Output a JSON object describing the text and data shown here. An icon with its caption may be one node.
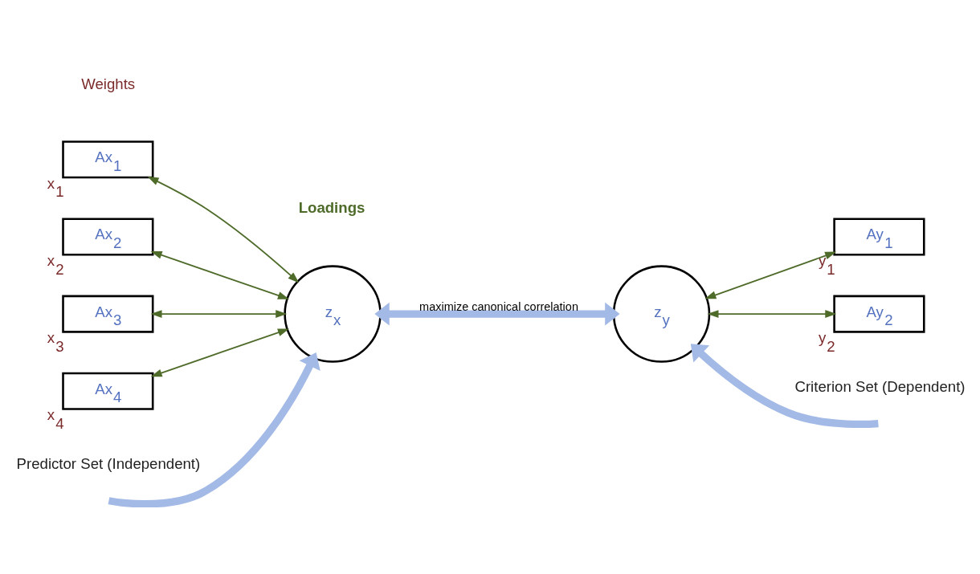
{
  "diagram": {
    "nodes": [
      {
        "text": [
          "Ax$_{1}$"
        ],
        "beside": [
          "x$_{1}$"
        ]
      },
      {
        "text": [
          "Ax$_{2}$"
        ],
        "beside": [
          "x$_{2}$"
        ]
      },
      {
        "text": [
          "Ax$_{3}$"
        ],
        "beside": [
          "x$_{3}$"
        ]
      },
      {
        "text": [
          "Ax$_{4}$"
        ],
        "beside": [
          "x$_{4}$"
        ]
      },
      {
        "text": [
          "z$_{x}$"
        ]
      },
      {
        "text": [
          "z$_{y}$"
        ]
      },
      {
        "text": [
          "Ay$_{1}$"
        ],
        "beside": [
          "y$_{1}$"
        ]
      },
      {
        "text": [
          "Ay$_{2}$"
        ],
        "beside": [
          "y$_{2}$"
        ]
      }
    ],
    "edges": [
      {
        "from": 0,
        "to": 4,
        "arrow": "both"
      },
      {
        "from": 1,
        "to": 4,
        "arrow": "both"
      },
      {
        "from": 2,
        "to": 4,
        "arrow": "both"
      },
      {
        "from": 3,
        "to": 4,
        "arrow": "both"
      },
      {
        "from": null,
        "to": 4,
        "arrow": "to",
        "style": "thick",
        "color": "#a3b9e6"
      },
      {
        "from": 4,
        "to": 5,
        "arrow": "both",
        "label": "maximize canonical correlation",
        "style": "thick",
        "color": "#a3b9e6"
      },
      {
        "from": null,
        "to": 5,
        "arrow": "to",
        "style": "thick",
        "color": "#a3b9e6"
      },
      {
        "from": 5,
        "to": 6,
        "arrow": "both"
      },
      {
        "from": 5,
        "to": 7,
        "arrow": "both"
      }
    ],
    "labels": [
      "Weights",
      "Loadings",
      "Predictor Set (Independent)",
      "Criterion Set (Dependent)"
    ]
  }
}
